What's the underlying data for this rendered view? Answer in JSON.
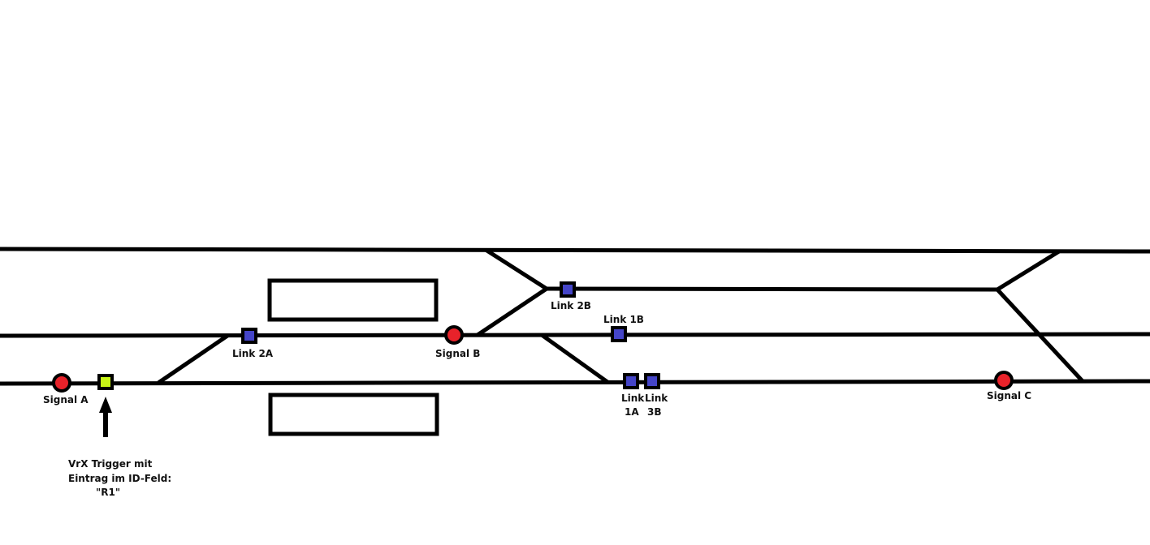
{
  "diagram": {
    "signals": [
      {
        "id": "signal-a",
        "label": "Signal A",
        "color": "#e8222a"
      },
      {
        "id": "signal-b",
        "label": "Signal B",
        "color": "#e8222a"
      },
      {
        "id": "signal-c",
        "label": "Signal C",
        "color": "#e8222a"
      }
    ],
    "links": [
      {
        "id": "link-2a",
        "label": "Link 2A",
        "color": "#4545c8"
      },
      {
        "id": "link-2b",
        "label": "Link 2B",
        "color": "#4545c8"
      },
      {
        "id": "link-1b",
        "label": "Link 1B",
        "color": "#4545c8"
      },
      {
        "id": "link-1a",
        "label_line1": "Link",
        "label_line2": "1A",
        "color": "#4545c8"
      },
      {
        "id": "link-3b",
        "label_line1": "Link",
        "label_line2": "3B",
        "color": "#4545c8"
      }
    ],
    "trigger": {
      "color": "#c8f516",
      "caption_line1": "VrX Trigger mit",
      "caption_line2": "Eintrag im ID-Feld:",
      "caption_line3": "\"R1\""
    },
    "colors": {
      "track": "#000000",
      "background": "#ffffff"
    }
  }
}
